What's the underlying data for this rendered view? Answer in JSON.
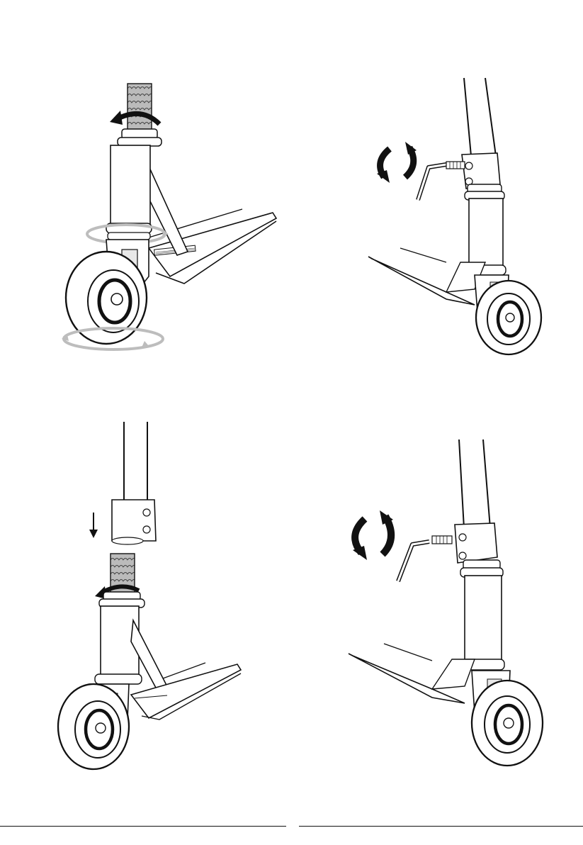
{
  "page": {
    "illustration_count": 4
  },
  "illustrations": [
    {
      "id": "step-1",
      "icon": "tighten-headset-icon"
    },
    {
      "id": "step-2",
      "icon": "tighten-clamp-bolt-icon"
    },
    {
      "id": "step-3",
      "icon": "insert-bar-icon"
    },
    {
      "id": "step-4",
      "icon": "tighten-clamp-bolt-icon"
    }
  ],
  "footer": {
    "left_text": "",
    "right_text": ""
  },
  "colors": {
    "line": "#111111",
    "grey_arrow": "#bdbdbd",
    "fork_shade": "#e8e8e8"
  }
}
